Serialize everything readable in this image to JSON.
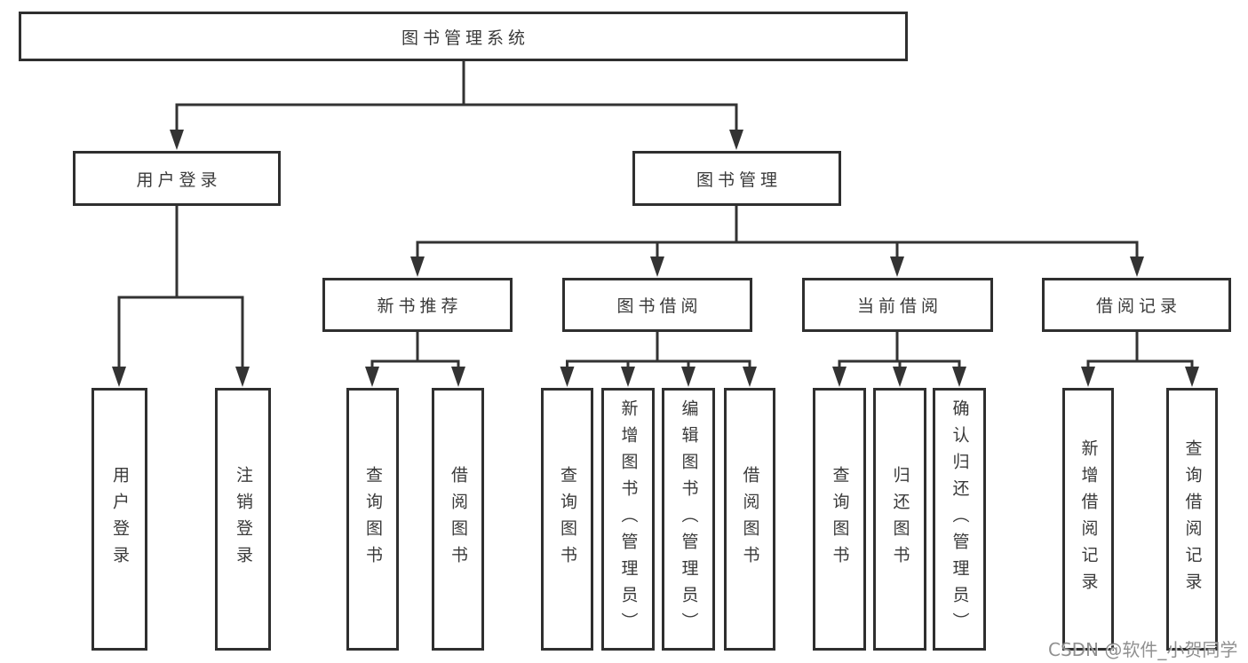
{
  "diagram": {
    "title": "图书管理系统",
    "level2": {
      "user_login": "用户登录",
      "book_mgmt": "图书管理"
    },
    "level3": {
      "new_book": "新书推荐",
      "book_borrow": "图书借阅",
      "current_borrow": "当前借阅",
      "borrow_record": "借阅记录"
    },
    "leaves": {
      "user_login": [
        "用户登录",
        "注销登录"
      ],
      "new_book": [
        "查询图书",
        "借阅图书"
      ],
      "book_borrow": [
        "查询图书",
        "新增图书（管理员）",
        "编辑图书（管理员）",
        "借阅图书"
      ],
      "current_borrow": [
        "查询图书",
        "归还图书",
        "确认归还（管理员）"
      ],
      "borrow_record": [
        "新增借阅记录",
        "查询借阅记录"
      ]
    },
    "watermark": "CSDN @软件_小贺同学",
    "colors": {
      "line": "#333333",
      "border": "#2f2f2f",
      "text": "#3a3a3a",
      "watermark": "#7d7d7d",
      "background": "#ffffff"
    }
  }
}
